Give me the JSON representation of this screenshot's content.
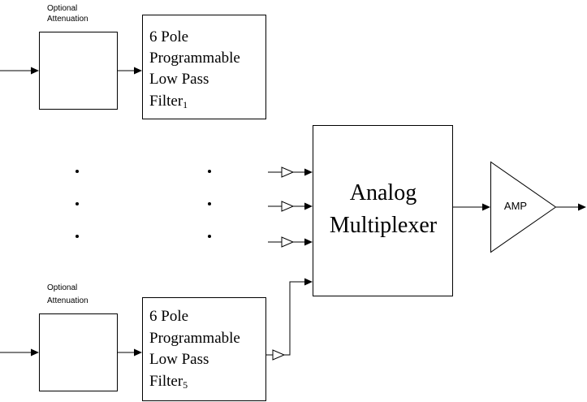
{
  "top_path": {
    "attenuation_label_line1": "Optional",
    "attenuation_label_line2": "Attenuation",
    "filter_line1": "6 Pole",
    "filter_line2": "Programmable",
    "filter_line3": "Low Pass",
    "filter_name": "Filter",
    "filter_subscript": "1"
  },
  "bottom_path": {
    "attenuation_label_line1": "Optional",
    "attenuation_label_line2": "Attenuation",
    "filter_line1": "6 Pole",
    "filter_line2": "Programmable",
    "filter_line3": "Low Pass",
    "filter_name": "Filter",
    "filter_subscript": "5"
  },
  "multiplexer": {
    "line1": "Analog",
    "line2": "Multiplexer"
  },
  "amplifier": {
    "label": "AMP"
  }
}
